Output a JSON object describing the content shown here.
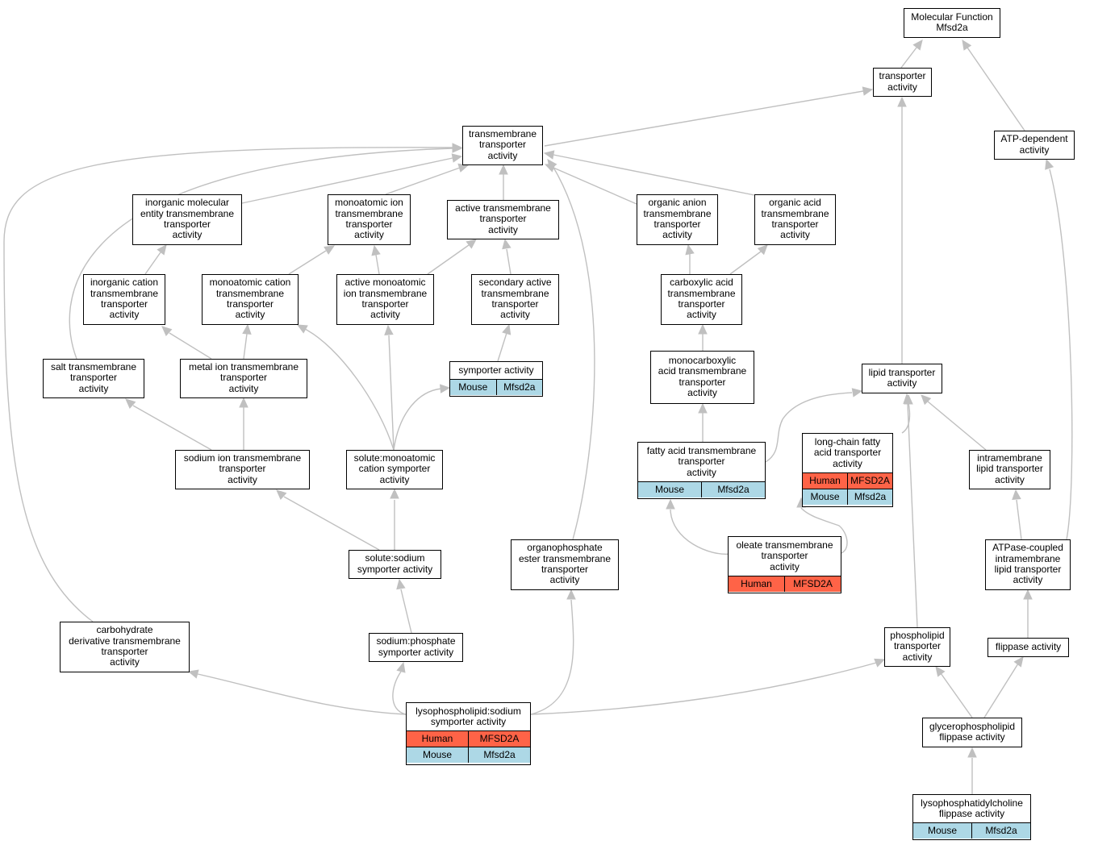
{
  "colors": {
    "edge": "#c0c0c0",
    "human": "#ff6347",
    "mouse": "#add8e6"
  },
  "nodes": {
    "molecular_function": "Molecular Function\nMfsd2a",
    "transporter": "transporter\nactivity",
    "atp_dependent": "ATP-dependent\nactivity",
    "transmembrane": "transmembrane\ntransporter\nactivity",
    "inorganic_molecular": "inorganic molecular\nentity transmembrane\ntransporter\nactivity",
    "monoatomic_ion": "monoatomic ion\ntransmembrane\ntransporter\nactivity",
    "active_transmembrane": "active transmembrane\ntransporter\nactivity",
    "organic_anion": "organic anion\ntransmembrane\ntransporter\nactivity",
    "organic_acid": "organic acid\ntransmembrane\ntransporter\nactivity",
    "inorganic_cation": "inorganic cation\ntransmembrane\ntransporter\nactivity",
    "monoatomic_cation": "monoatomic cation\ntransmembrane\ntransporter\nactivity",
    "active_monoatomic": "active monoatomic\nion transmembrane\ntransporter\nactivity",
    "secondary_active": "secondary active\ntransmembrane\ntransporter\nactivity",
    "carboxylic_acid": "carboxylic acid\ntransmembrane\ntransporter\nactivity",
    "salt": "salt transmembrane\ntransporter\nactivity",
    "metal_ion": "metal ion transmembrane\ntransporter\nactivity",
    "symporter": "symporter activity",
    "monocarboxylic": "monocarboxylic\nacid transmembrane\ntransporter\nactivity",
    "lipid_transporter": "lipid transporter\nactivity",
    "sodium_ion": "sodium ion transmembrane\ntransporter\nactivity",
    "solute_monoatomic": "solute:monoatomic\ncation symporter\nactivity",
    "fatty_acid": "fatty acid transmembrane\ntransporter\nactivity",
    "long_chain": "long-chain fatty\nacid transporter\nactivity",
    "intramembrane": "intramembrane\nlipid transporter\nactivity",
    "solute_sodium": "solute:sodium\nsymporter activity",
    "organophosphate": "organophosphate\nester transmembrane\ntransporter\nactivity",
    "oleate": "oleate transmembrane\ntransporter\nactivity",
    "atpase_coupled": "ATPase-coupled\nintramembrane\nlipid transporter\nactivity",
    "carbohydrate": "carbohydrate\nderivative transmembrane\ntransporter\nactivity",
    "sodium_phosphate": "sodium:phosphate\nsymporter activity",
    "phospholipid": "phospholipid\ntransporter\nactivity",
    "flippase": "flippase activity",
    "lysophospholipid": "lysophospholipid:sodium\nsymporter activity",
    "glycerophospholipid": "glycerophospholipid\nflippase activity",
    "lysophosphatidylcholine": "lysophosphatidylcholine\nflippase activity"
  },
  "annotations": {
    "human_label": "Human",
    "mouse_label": "Mouse",
    "human_gene": "MFSD2A",
    "mouse_gene": "Mfsd2a"
  }
}
